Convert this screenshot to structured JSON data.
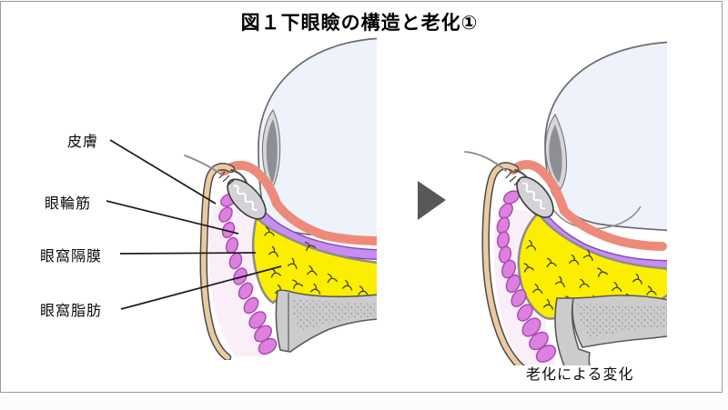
{
  "figure": {
    "title": "図１下眼瞼の構造と老化①",
    "caption_right": "老化による変化"
  },
  "labels": {
    "skin": "皮膚",
    "orbicularis_muscle": "眼輪筋",
    "orbital_septum": "眼窩隔膜",
    "orbital_fat": "眼窩脂肪"
  },
  "icons": {
    "transition_arrow": "right-pointing-triangle"
  },
  "colors": {
    "eye": "#eef2fa",
    "skin_layer": "#eccaa0",
    "muscle": "#dd80e0",
    "muscle_outline": "#a449ac",
    "fat": "#fbee00",
    "septum_gray": "#8d8d8d",
    "purple_layer": "#c98df0",
    "purple_outline": "#8050b0",
    "red_layer": "#ee8a7a",
    "bone": "#cccccc",
    "bone_outline": "#5a5a5a",
    "tarsus": "#d2d2d7",
    "pale_pink": "#faeff8",
    "arrow": "#58585a"
  }
}
